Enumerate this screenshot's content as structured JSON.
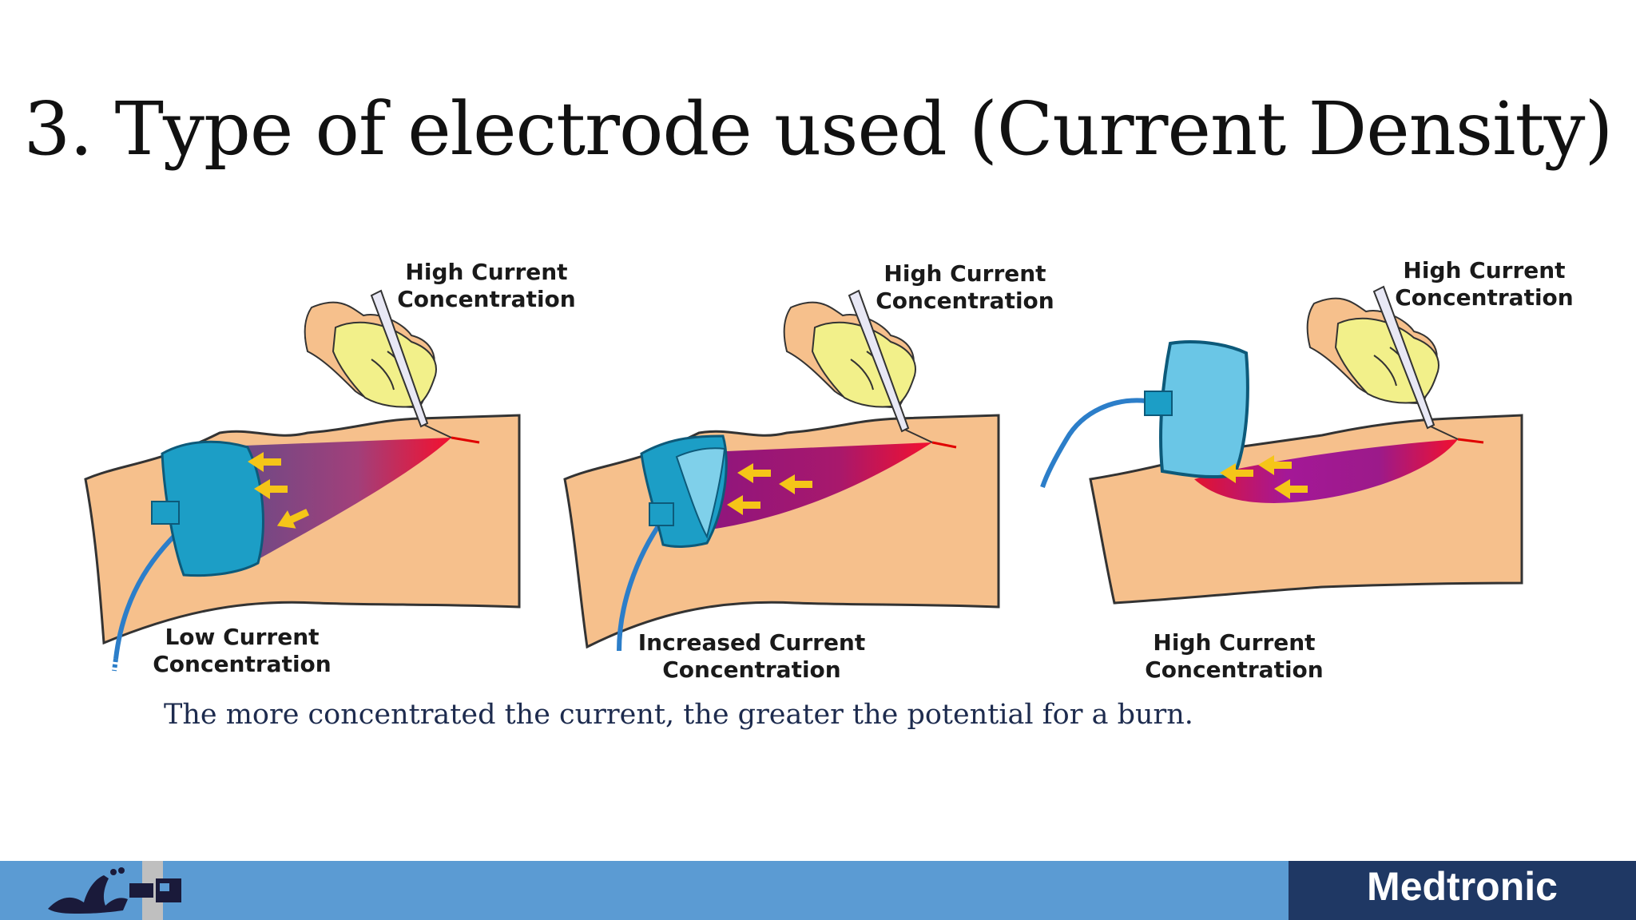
{
  "slide": {
    "title": "3. Type of electrode used (Current Density)",
    "caption": "The more concentrated the current, the greater the potential for a burn."
  },
  "panels": [
    {
      "top_label_line1": "High Current",
      "top_label_line2": "Concentration",
      "bottom_label_line1": "Low Current",
      "bottom_label_line2": "Concentration"
    },
    {
      "top_label_line1": "High Current",
      "top_label_line2": "Concentration",
      "bottom_label_line1": "Increased Current",
      "bottom_label_line2": "Concentration"
    },
    {
      "top_label_line1": "High Current",
      "top_label_line2": "Concentration",
      "bottom_label_line1": "High Current",
      "bottom_label_line2": "Concentration"
    }
  ],
  "footer": {
    "brand": "Medtronic",
    "logo": "varna-logo"
  },
  "colors": {
    "skin": "#f6c08c",
    "pad": "#1c9ec6",
    "arrow": "#f5c518",
    "glove": "#f2f08a",
    "footer_bar": "#5b9bd3",
    "brand_box": "#1f3864"
  }
}
